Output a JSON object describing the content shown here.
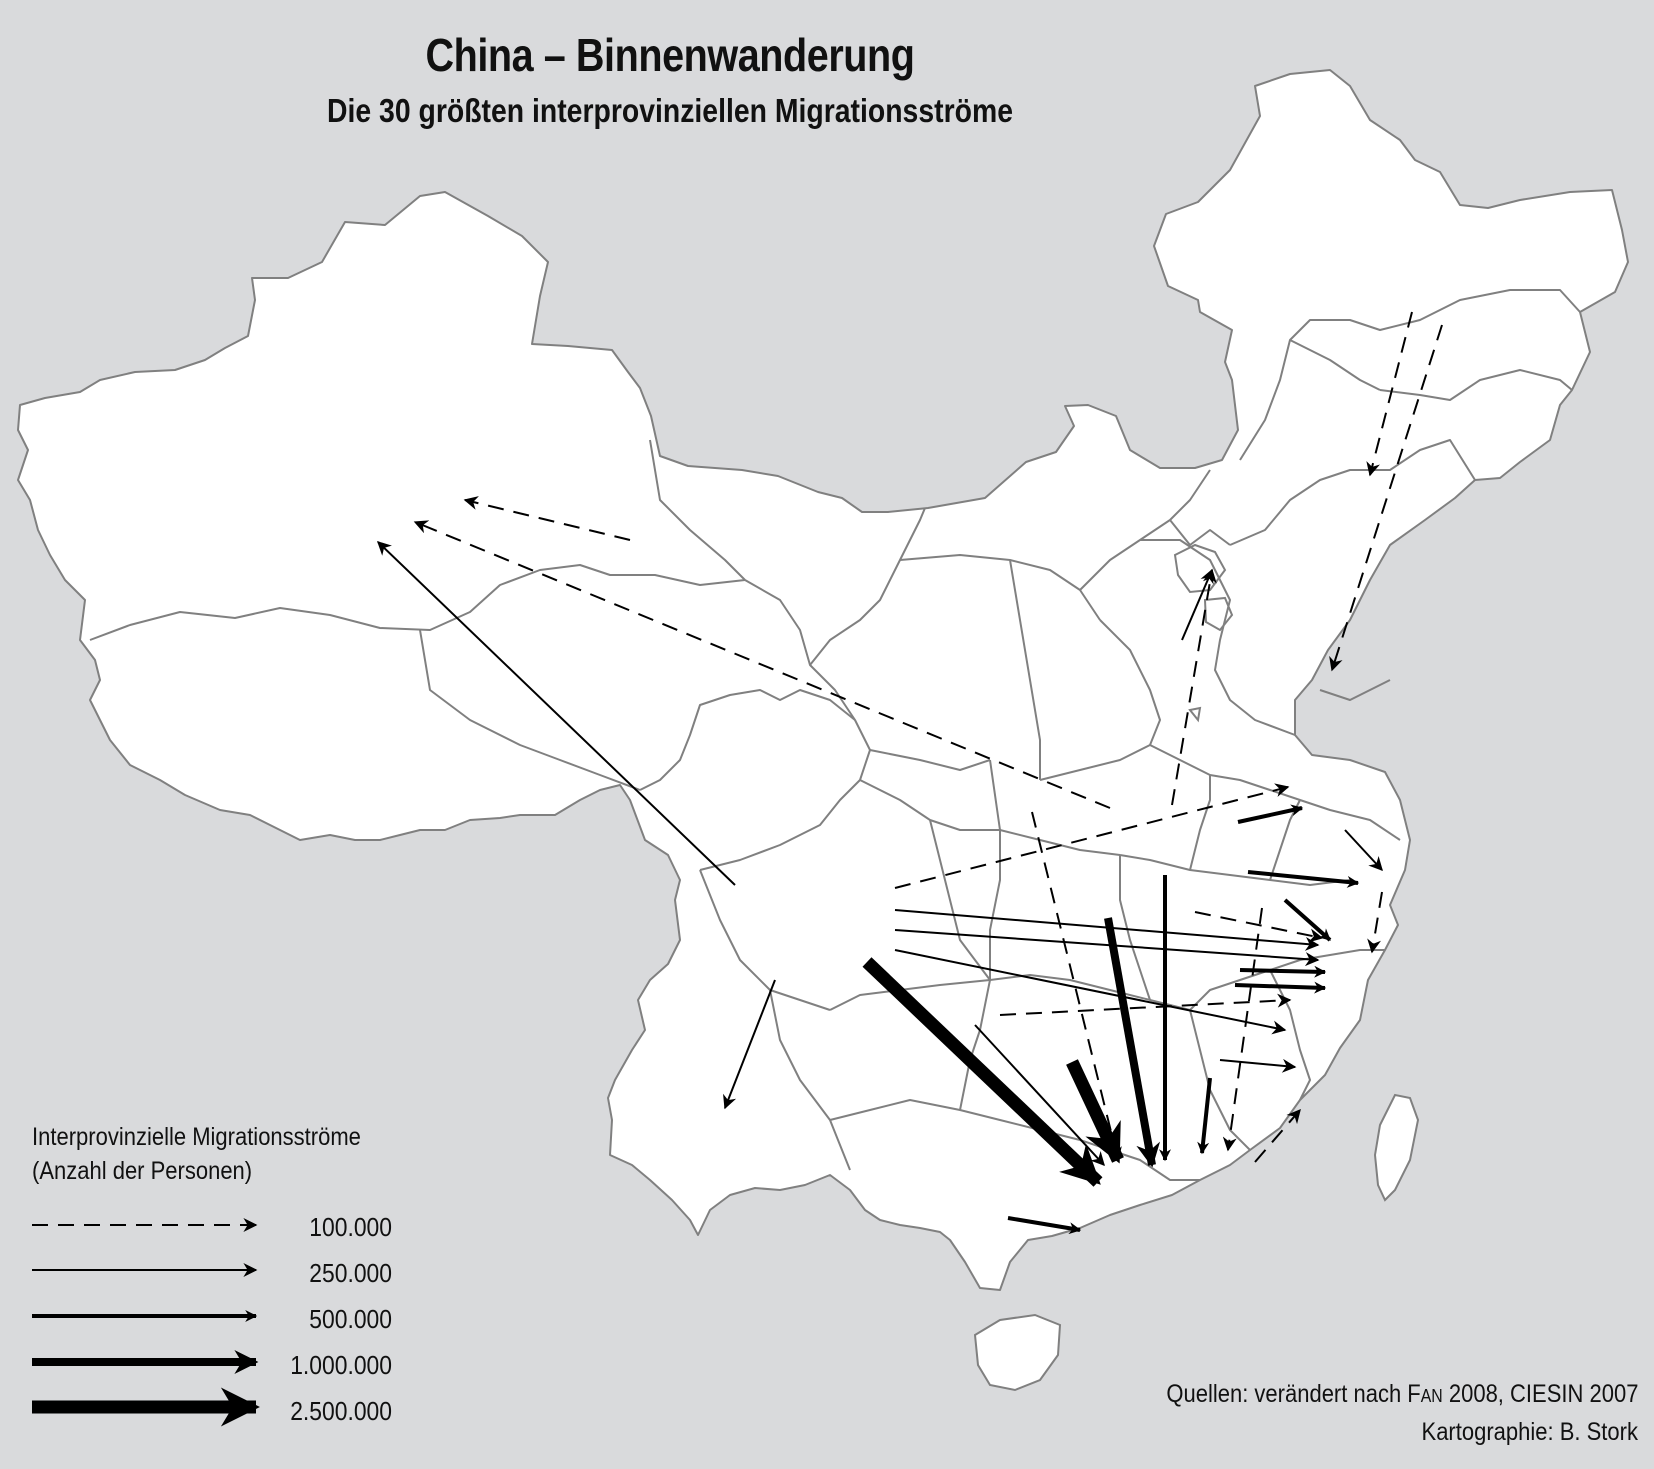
{
  "header": {
    "title": "China – Binnenwanderung",
    "subtitle": "Die 30 größten interprovinziellen Migrationsströme"
  },
  "legend": {
    "title_line1": "Interprovinzielle Migrationsströme",
    "title_line2": "(Anzahl der Personen)",
    "items": [
      {
        "label": "100.000",
        "style": "dashed",
        "persons": 100000
      },
      {
        "label": "250.000",
        "style": "thin",
        "persons": 250000
      },
      {
        "label": "500.000",
        "style": "medium",
        "persons": 500000
      },
      {
        "label": "1.000.000",
        "style": "thick",
        "persons": 1000000
      },
      {
        "label": "2.500.000",
        "style": "heavy",
        "persons": 2500000
      }
    ]
  },
  "credits": {
    "source_prefix": "Quellen: verändert nach ",
    "source_author": "Fan",
    "source_suffix": " 2008, CIESIN 2007",
    "cartography": "Kartographie: B. Stork"
  },
  "colors": {
    "background": "#d9dadc",
    "land": "#ffffff",
    "borders": "#808080",
    "arrows": "#000000"
  }
}
